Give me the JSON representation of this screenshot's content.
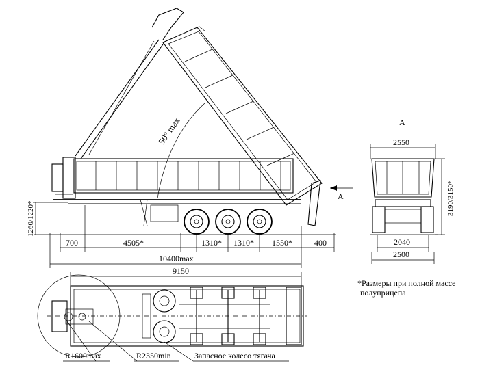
{
  "view_label": "A",
  "arrow_label": "A",
  "angle_label": "50° max",
  "side_view": {
    "dims": {
      "d700": "700",
      "d4505": "4505*",
      "d1310a": "1310*",
      "d1310b": "1310*",
      "d1550": "1550*",
      "d400": "400",
      "total": "10400max",
      "height": "1260/1220*"
    }
  },
  "rear_view": {
    "width_top": "2550",
    "height": "3190/3150*",
    "track": "2040",
    "width_bottom": "2500"
  },
  "plan_view": {
    "length": "9150",
    "r1": "R1600max",
    "r2": "R2350min",
    "spare": "Запасное колесо тягача"
  },
  "note": {
    "line1": "*Размеры при полной массе",
    "line2": "полуприцепа"
  }
}
